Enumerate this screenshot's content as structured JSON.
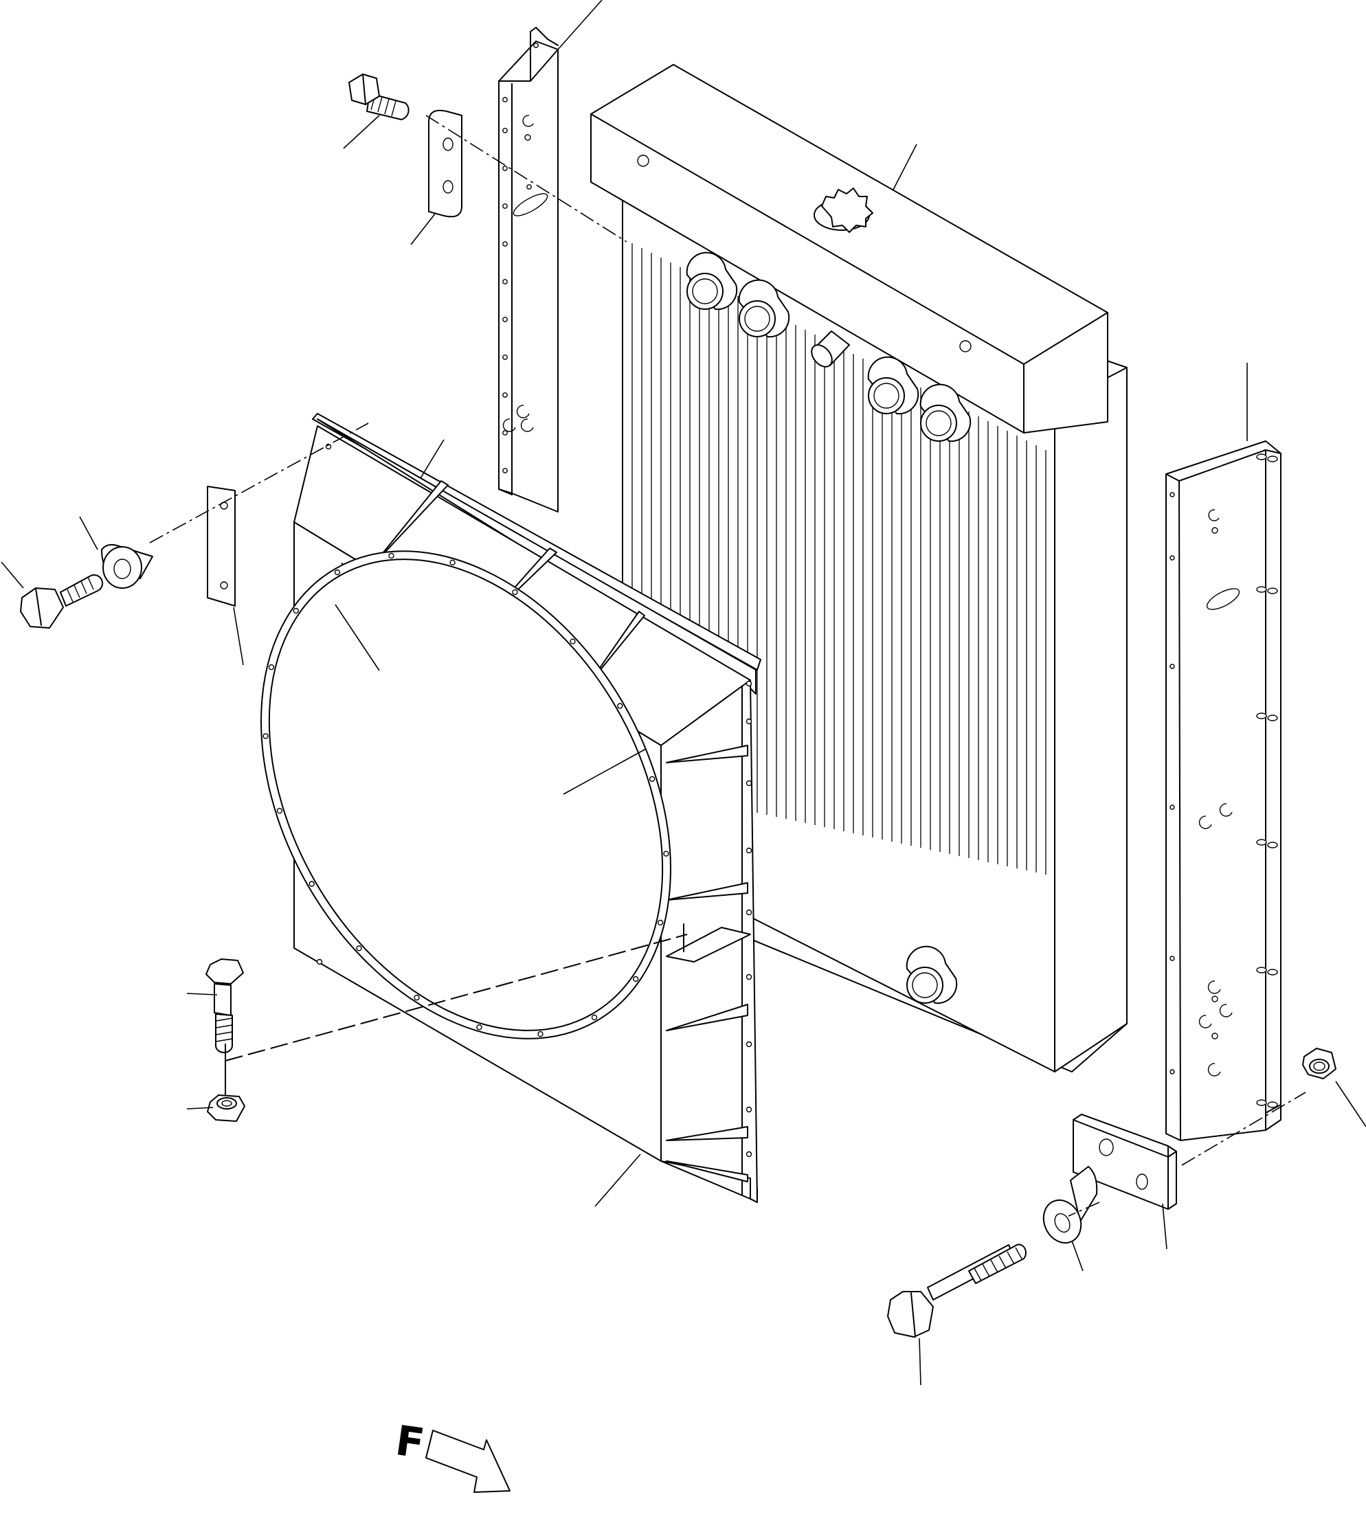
{
  "diagram": {
    "view_label": "F",
    "colors": {
      "line": "#000000",
      "background": "#ffffff"
    },
    "parts": [
      {
        "name": "radiator-core"
      },
      {
        "name": "left-side-bracket"
      },
      {
        "name": "right-side-bracket"
      },
      {
        "name": "fan-shroud"
      },
      {
        "name": "shroud-ring"
      },
      {
        "name": "mount-plate-upper"
      },
      {
        "name": "mount-plate-left"
      },
      {
        "name": "mount-plate-lower-right"
      },
      {
        "name": "bolt-upper"
      },
      {
        "name": "bolt-left"
      },
      {
        "name": "bolt-lower"
      },
      {
        "name": "bolt-lower-right"
      },
      {
        "name": "washer-left"
      },
      {
        "name": "washer-lower-right"
      },
      {
        "name": "nut-lower"
      },
      {
        "name": "nut-right"
      },
      {
        "name": "view-direction-arrow"
      }
    ]
  }
}
